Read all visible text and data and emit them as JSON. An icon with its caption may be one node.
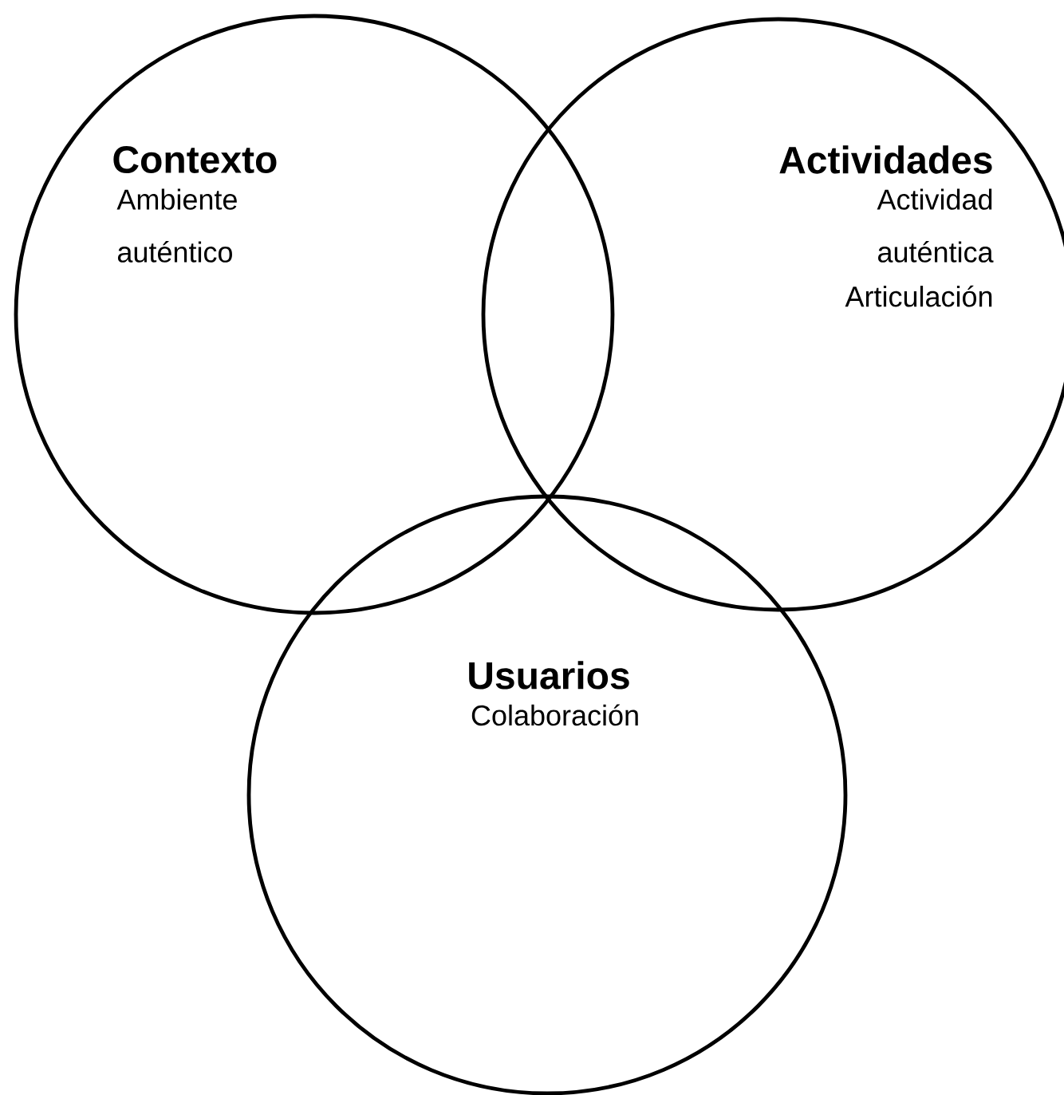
{
  "diagram": {
    "nodes": [
      {
        "text": [
          "Contexto",
          "Ambiente auténtico"
        ]
      },
      {
        "text": [
          "Actividades",
          "Actividad auténtica",
          "Articulación"
        ]
      },
      {
        "text": [
          "Usuarios",
          "Colaboración"
        ]
      }
    ]
  }
}
